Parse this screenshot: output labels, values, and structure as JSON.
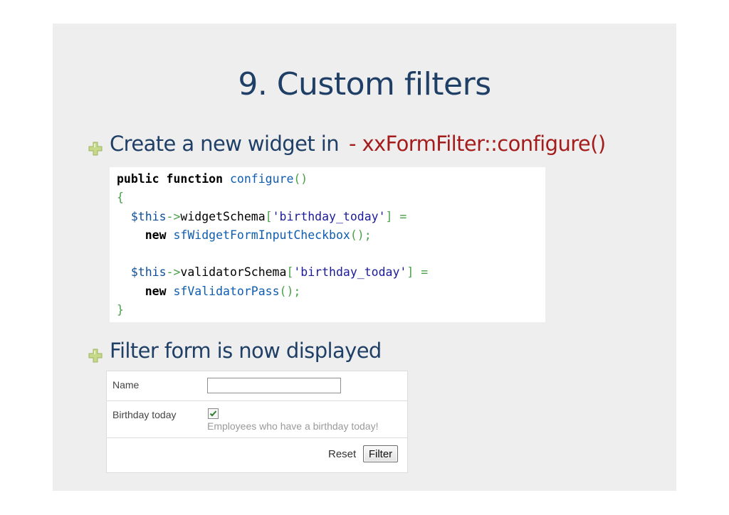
{
  "slide": {
    "title": "9. Custom filters",
    "bullets": [
      {
        "text": "Create a new widget in ",
        "accent": "- xxFormFilter::configure()",
        "icon": "plus-bullet-icon"
      },
      {
        "text": "Filter form is now displayed",
        "icon": "plus-bullet-icon"
      }
    ],
    "code": {
      "l1": {
        "kw1": "public",
        "kw2": "function",
        "fn": "configure",
        "p": "()"
      },
      "l2": {
        "p": "{"
      },
      "l3": {
        "ind": "  ",
        "var": "$this",
        "arrow": "->",
        "prop": "widgetSchema",
        "ob": "[",
        "str": "'birthday_today'",
        "cb": "]",
        "eq": " ="
      },
      "l4": {
        "ind": "    ",
        "kw": "new",
        "cls": "sfWidgetFormInputCheckbox",
        "p": "();"
      },
      "l6": {
        "ind": "  ",
        "var": "$this",
        "arrow": "->",
        "prop": "validatorSchema",
        "ob": "[",
        "str": "'birthday_today'",
        "cb": "]",
        "eq": " ="
      },
      "l7": {
        "ind": "    ",
        "kw": "new",
        "cls": "sfValidatorPass",
        "p": "();"
      },
      "l8": {
        "p": "}"
      }
    },
    "form": {
      "name_label": "Name",
      "name_value": "",
      "birthday_label": "Birthday today",
      "birthday_checked": true,
      "birthday_help": "Employees who have a birthday today!",
      "reset_label": "Reset",
      "filter_label": "Filter"
    },
    "colors": {
      "title": "#1f3f66",
      "accent": "#a51c1c",
      "slide_bg": "#eeeeee",
      "bullet_icon": "#b5c97a"
    }
  }
}
